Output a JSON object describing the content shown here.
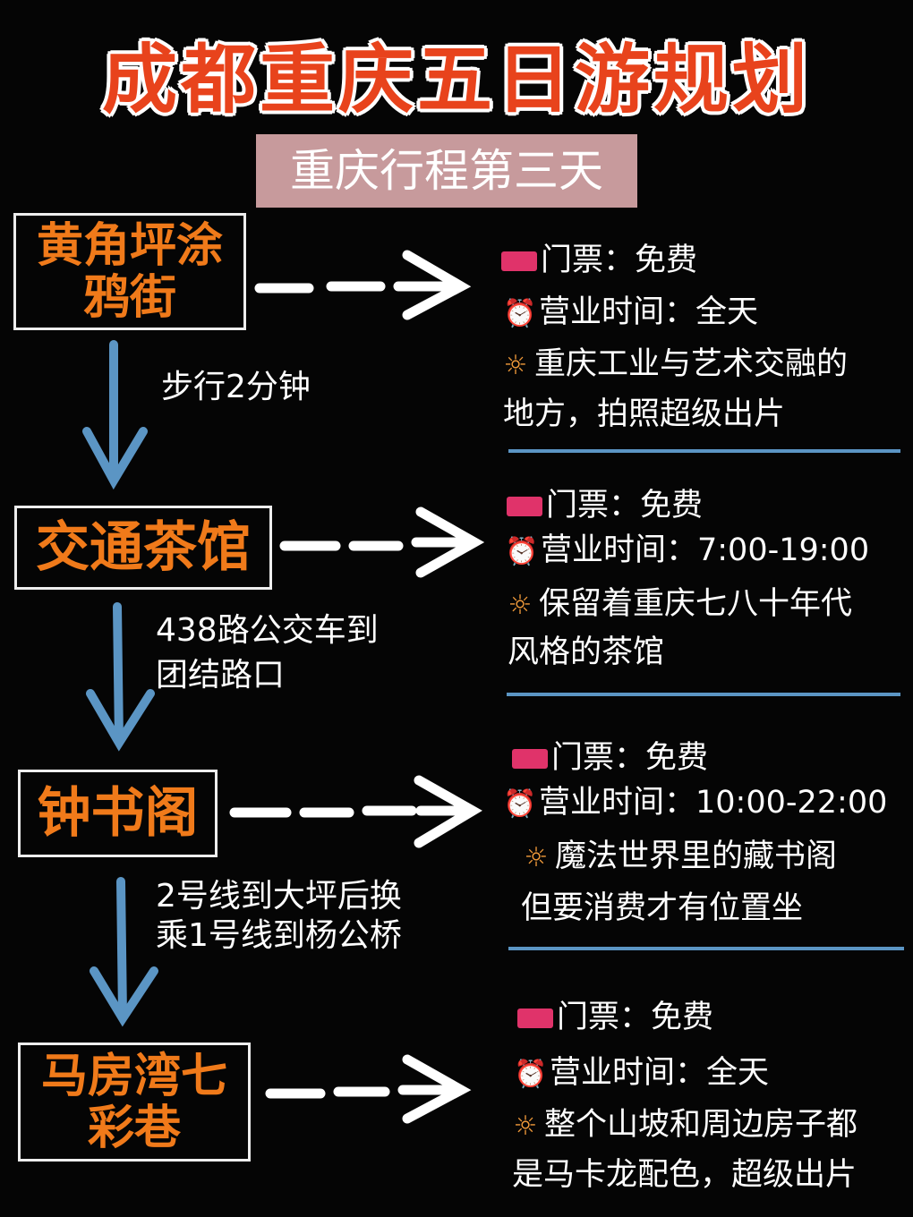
{
  "title": "成都重庆五日游规划",
  "subtitle": "重庆行程第三天",
  "spots": [
    {
      "name": "黄角坪涂鸦街",
      "ticket": "门票：免费",
      "hours": "营业时间：全天",
      "desc1": "重庆工业与艺术交融的",
      "desc2": "地方，拍照超级出片"
    },
    {
      "name": "交通茶馆",
      "ticket": "门票：免费",
      "hours": "营业时间：7:00-19:00",
      "desc1": "保留着重庆七八十年代",
      "desc2": "风格的茶馆"
    },
    {
      "name": "钟书阁",
      "ticket": "门票：免费",
      "hours": "营业时间：10:00-22:00",
      "desc1": "魔法世界里的藏书阁",
      "desc2": "但要消费才有位置坐"
    },
    {
      "name": "马房湾七彩巷",
      "ticket": "门票：免费",
      "hours": "营业时间：全天",
      "desc1": "整个山坡和周边房子都",
      "desc2": "是马卡龙配色，超级出片"
    }
  ],
  "transits": [
    {
      "line1": "步行2分钟",
      "line2": ""
    },
    {
      "line1": "438路公交车到",
      "line2": "团结路口"
    },
    {
      "line1": "2号线到大坪后换",
      "line2": "乘1号线到杨公桥"
    }
  ],
  "icons": {
    "ticket": "ticket-icon",
    "hours": "alarm-clock-icon",
    "desc": "sun-icon"
  },
  "colors": {
    "title": "#e8431c",
    "spot": "#f07a1a",
    "arrow_down": "#5b95c4",
    "divider": "#5b95c4"
  }
}
